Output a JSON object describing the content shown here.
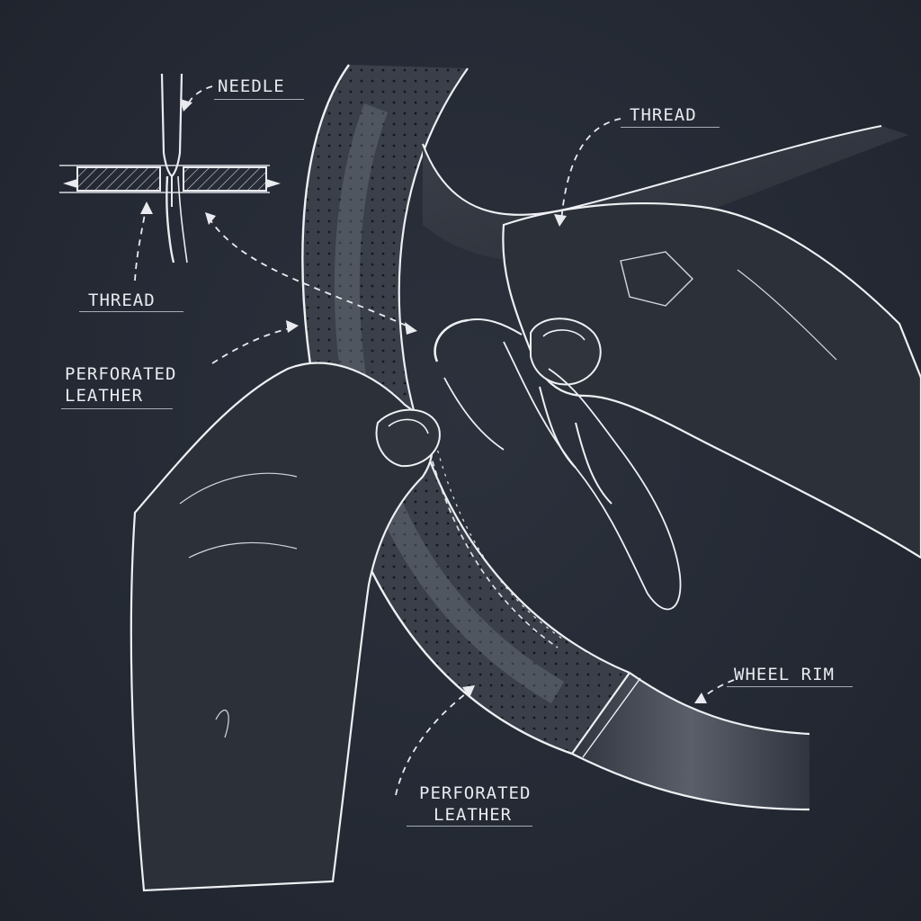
{
  "labels": {
    "needle": "NEEDLE",
    "thread_top": "THREAD",
    "thread_left": "THREAD",
    "perforated_leather_left": [
      "PERFORATED",
      "LEATHER"
    ],
    "wheel_rim": "WHEEL RIM",
    "perforated_leather_bottom": [
      "PERFORATED",
      "LEATHER"
    ]
  },
  "colors": {
    "background": "#252a35",
    "chalk": "#e9ebef",
    "leather": "#3a3f4a"
  }
}
